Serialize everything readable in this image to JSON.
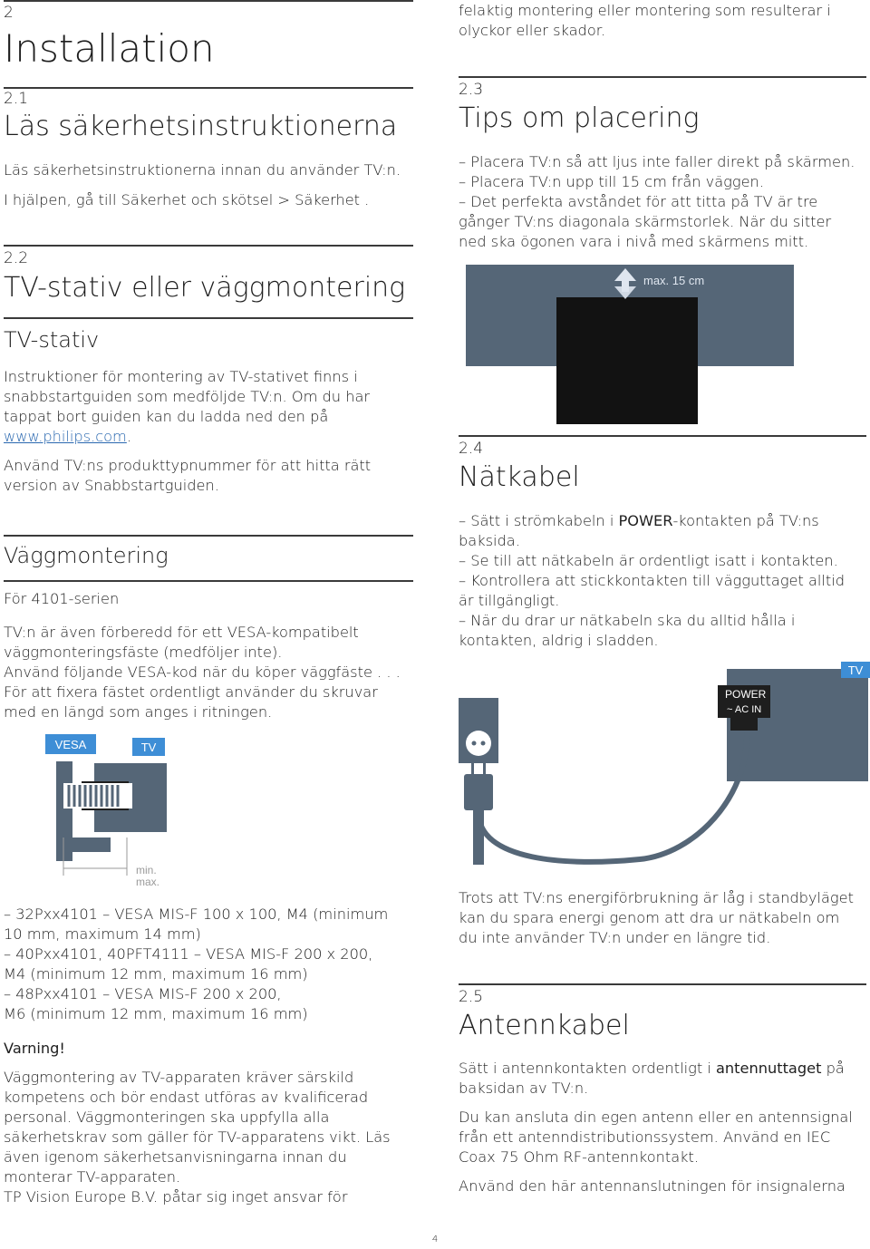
{
  "s2": {
    "number": "2",
    "title": "Installation"
  },
  "s21": {
    "number": "2.1",
    "title": "Läs säkerhetsinstruktionerna",
    "line1": "Läs säkerhetsinstruktionerna innan du använder TV:n.",
    "line2_pre": "I hjälpen, gå till ",
    "line2_link": "Säkerhet och skötsel > Säkerhet",
    "line2_post": " ."
  },
  "s22": {
    "number": "2.2",
    "title": "TV-stativ eller väggmontering",
    "stand": {
      "heading": "TV-stativ",
      "p1": [
        "Instruktioner för montering av TV-stativet finns i",
        "snabbstartguiden som medföljde TV:n. Om du har",
        "tappat bort guiden kan du ladda ned den på"
      ],
      "url": "www.philips.com",
      "url_suffix": ".",
      "p2": [
        "Använd TV:ns produkttypnummer för att hitta rätt",
        "version av Snabbstartguiden."
      ]
    },
    "wall": {
      "heading": "Väggmontering",
      "series": "För 4101-serien",
      "p1": [
        "TV:n är även förberedd för ett VESA-kompatibelt",
        "väggmonteringsfäste (medföljer inte).",
        "Använd följande VESA-kod när du köper väggfäste . . .",
        "För att fixera fästet ordentligt använder du skruvar",
        "med en längd som anges i ritningen."
      ],
      "diagram": {
        "vesa": "VESA",
        "tv": "TV",
        "min": "min.",
        "max": "max."
      },
      "list": [
        "– 32Pxx4101 – VESA MIS-F 100 x 100, M4 (minimum",
        "10 mm, maximum 14 mm)",
        "– 40Pxx4101, 40PFT4111 – VESA MIS-F 200 x 200,",
        "M4 (minimum 12 mm, maximum 16 mm)",
        "– 48Pxx4101 – VESA MIS-F 200 x 200,",
        "M6 (minimum 12 mm, maximum 16 mm)"
      ],
      "warning_title": "Varning!",
      "warning": [
        "Väggmontering av TV-apparaten kräver särskild",
        "kompetens och bör endast utföras av kvalificerad",
        "personal. Väggmonteringen ska uppfylla alla",
        "säkerhetskrav som gäller för TV-apparatens vikt. Läs",
        "även igenom säkerhetsanvisningarna innan du",
        "monterar TV-apparaten.",
        "TP Vision Europe B.V. påtar sig inget ansvar för"
      ]
    }
  },
  "right_top": [
    "felaktig montering eller montering som resulterar i",
    "olyckor eller skador."
  ],
  "s23": {
    "number": "2.3",
    "title": "Tips om placering",
    "lines": [
      "– Placera TV:n så att ljus inte faller direkt på skärmen.",
      "– Placera TV:n upp till 15 cm från väggen.",
      "– Det perfekta avståndet för att titta på TV är tre",
      "gånger TV:ns diagonala skärmstorlek. När du sitter",
      "ned ska ögonen vara i nivå med skärmens mitt."
    ],
    "diagram_label": "max. 15 cm"
  },
  "s24": {
    "number": "2.4",
    "title": "Nätkabel",
    "l1_pre": "– Sätt i strömkabeln i ",
    "l1_bold": "POWER",
    "l1_post": "-kontakten på TV:ns",
    "lines": [
      "baksida.",
      "– Se till att nätkabeln är ordentligt isatt i kontakten.",
      "– Kontrollera att stickkontakten till vägguttaget alltid",
      "är tillgängligt.",
      "– När du drar ur nätkabeln ska du alltid hålla i",
      "kontakten, aldrig i sladden."
    ],
    "diagram": {
      "tv": "TV",
      "power": "POWER",
      "acin": "~ AC IN"
    },
    "standby": [
      "Trots att TV:ns energiförbrukning är låg i standbyläget",
      "kan du spara energi genom att dra ur nätkabeln om",
      "du inte använder TV:n under en längre tid."
    ]
  },
  "s25": {
    "number": "2.5",
    "title": "Antennkabel",
    "p1_pre": "Sätt i antennkontakten ordentligt i ",
    "p1_bold": "antennuttaget",
    "p1_post": " på",
    "p1_line2": "baksidan av TV:n.",
    "p2": [
      "Du kan ansluta din egen antenn eller en antennsignal",
      "från ett antenndistributionssystem. Använd en IEC",
      "Coax 75 Ohm RF-antennkontakt."
    ],
    "p3": "Använd den här antennanslutningen för insignalerna"
  },
  "page_number": "4",
  "colors": {
    "tv_panel": "#556677",
    "screen": "#121212",
    "badge": "#3e8ed6",
    "diagram_text": "#9a9a9a"
  }
}
